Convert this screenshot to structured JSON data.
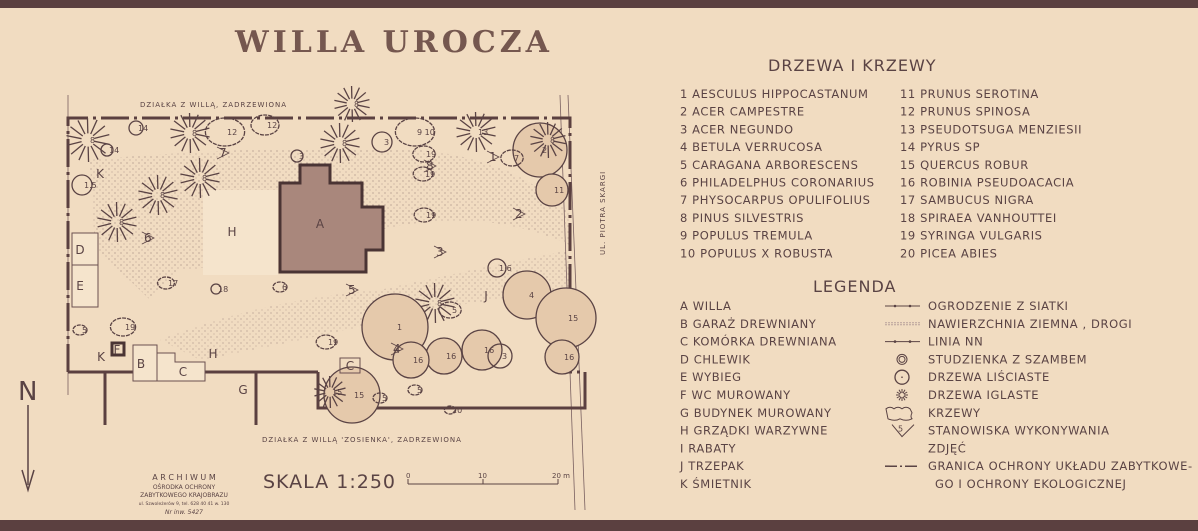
{
  "title": "WILLA UROCZA",
  "species": {
    "heading": "DRZEWA I KRZEWY",
    "items": [
      "1  AESCULUS HIPPOCASTANUM",
      "2  ACER CAMPESTRE",
      "3  ACER NEGUNDO",
      "4  BETULA VERRUCOSA",
      "5  CARAGANA ARBORESCENS",
      "6  PHILADELPHUS CORONARIUS",
      "7  PHYSOCARPUS OPULIFOLIUS",
      "8  PINUS SILVESTRIS",
      "9  POPULUS TREMULA",
      "10 POPULUS X ROBUSTA",
      "11 PRUNUS SEROTINA",
      "12 PRUNUS SPINOSA",
      "13 PSEUDOTSUGA MENZIESII",
      "14 PYRUS SP",
      "15 QUERCUS ROBUR",
      "16 ROBINIA PSEUDOACACIA",
      "17 SAMBUCUS NIGRA",
      "18 SPIRAEA VANHOUTTEI",
      "19 SYRINGA VULGARIS",
      "20 PICEA ABIES"
    ]
  },
  "legend": {
    "heading": "LEGENDA",
    "buildings": [
      "A  WILLA",
      "B  GARAŻ DREWNIANY",
      "C  KOMÓRKA DREWNIANA",
      "D  CHLEWIK",
      "E  WYBIEG",
      "F  WC MUROWANY",
      "G  BUDYNEK MUROWANY",
      "H  GRZĄDKI WARZYWNE",
      "I  RABATY",
      "J  TRZEPAK",
      "K  ŚMIETNIK"
    ],
    "symbols": [
      {
        "icon": "fence-line-icon",
        "label": "OGRODZENIE Z SIATKI"
      },
      {
        "icon": "dirt-road-icon",
        "label": "NAWIERZCHNIA ZIEMNA , DROGI"
      },
      {
        "icon": "power-line-icon",
        "label": "LINIA NN"
      },
      {
        "icon": "septic-well-icon",
        "label": "STUDZIENKA Z SZAMBEM"
      },
      {
        "icon": "deciduous-tree-icon",
        "label": "DRZEWA LIŚCIASTE"
      },
      {
        "icon": "conifer-tree-icon",
        "label": "DRZEWA IGLASTE"
      },
      {
        "icon": "shrub-icon",
        "label": "KRZEWY"
      },
      {
        "icon": "photo-station-icon",
        "label": "STANOWISKA WYKONYWANIA",
        "label2": "ZDJĘĆ"
      },
      {
        "icon": "protection-boundary-icon",
        "label": "GRANICA OCHRONY UKŁADU ZABYTKOWE-",
        "label2": "GO I OCHRONY EKOLOGICZNEJ"
      }
    ]
  },
  "map": {
    "north_label": "N",
    "top_neighbor": "DZIAŁKA Z WILLĄ, ZADRZEWIONA",
    "bottom_neighbor": "DZIAŁKA Z WILLĄ 'ZOSIENKA', ZADRZEWIONA",
    "street": "UL. PIOTRA SKARGI",
    "building_labels": [
      "A",
      "B",
      "C",
      "C",
      "D",
      "E",
      "F",
      "G",
      "H",
      "H",
      "J",
      "K",
      "K"
    ],
    "tree_labels": [
      "8",
      "14",
      "14",
      "1.5",
      "8",
      "8",
      "8",
      "3",
      "13",
      "2",
      "8",
      "12",
      "8",
      "8",
      "8",
      "19",
      "8",
      "1",
      "16",
      "16",
      "16",
      "3",
      "4",
      "15",
      "16",
      "15",
      "3",
      "19",
      "19",
      "19",
      "18",
      "6",
      "1·6",
      "11",
      "7",
      "12",
      "9 10",
      "19",
      "17",
      "5",
      "5",
      "5",
      "20",
      "5",
      "15"
    ],
    "station_labels": [
      "1",
      "2",
      "3",
      "4",
      "5",
      "6",
      "7",
      "8"
    ]
  },
  "scale": {
    "label": "SKALA 1:250",
    "ticks": [
      "0",
      "10",
      "20 m"
    ]
  },
  "stamp": {
    "line1": "A R C H I W U M",
    "line2": "OŚRODKA OCHRONY",
    "line3": "ZABYTKOWEGO KRAJOBRAZU",
    "line4": "ul. Szwoleżerów 9, tel. 628 40 41 w. 130",
    "handwritten": "Nr inw. 5427"
  },
  "colors": {
    "paper": "#f1dcc1",
    "ink": "#5a4344",
    "building": "#a9877c",
    "border": "#5b4040"
  }
}
